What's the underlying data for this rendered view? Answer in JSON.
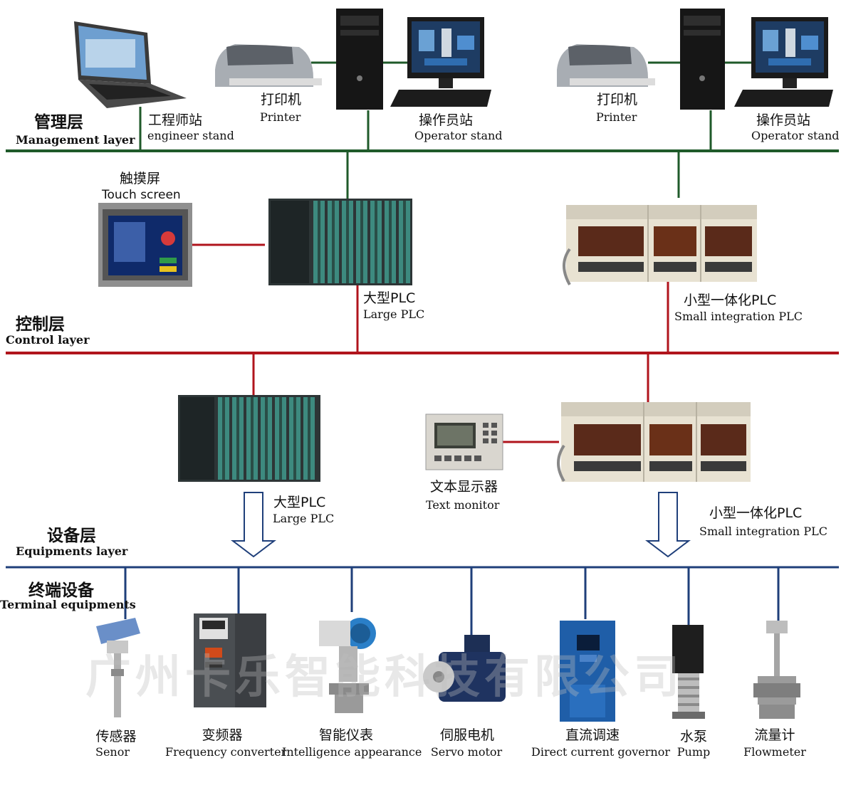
{
  "colors": {
    "management_bus": "#1f5a2a",
    "control_bus": "#b0141c",
    "equipment_bus": "#1f3f7a"
  },
  "layers": {
    "management": {
      "cn": "管理层",
      "en": "Management layer"
    },
    "control": {
      "cn": "控制层",
      "en": "Control layer"
    },
    "equipment": {
      "cn": "设备层",
      "en": "Equipments layer"
    },
    "terminal": {
      "cn": "终端设备",
      "en": "Terminal equipments"
    }
  },
  "management_devices": {
    "engineer": {
      "cn": "工程师站",
      "en": "engineer stand",
      "icon": "laptop-icon"
    },
    "printer1": {
      "cn": "打印机",
      "en": "Printer",
      "icon": "printer-icon"
    },
    "operator1": {
      "cn": "操作员站",
      "en": "Operator stand",
      "icon": "desktop-computer-icon"
    },
    "printer2": {
      "cn": "打印机",
      "en": "Printer",
      "icon": "printer-icon"
    },
    "operator2": {
      "cn": "操作员站",
      "en": "Operator stand",
      "icon": "desktop-computer-icon"
    }
  },
  "control_devices": {
    "touch": {
      "cn": "触摸屏",
      "en": "Touch screen",
      "icon": "touch-screen-icon"
    },
    "large_plc": {
      "cn": "大型PLC",
      "en": "Large PLC",
      "icon": "large-plc-icon"
    },
    "small_plc": {
      "cn": "小型一体化PLC",
      "en": "Small integration PLC",
      "icon": "small-plc-icon"
    }
  },
  "equipment_devices": {
    "large_plc": {
      "cn": "大型PLC",
      "en": "Large PLC",
      "icon": "large-plc-icon"
    },
    "text_monitor": {
      "cn": "文本显示器",
      "en": "Text monitor",
      "icon": "text-monitor-icon"
    },
    "small_plc": {
      "cn": "小型一体化PLC",
      "en": "Small integration PLC",
      "icon": "small-plc-icon"
    }
  },
  "terminals": [
    {
      "cn": "传感器",
      "en": "Senor",
      "icon": "sensor-icon"
    },
    {
      "cn": "变频器",
      "en": "Frequency converter",
      "icon": "frequency-converter-icon"
    },
    {
      "cn": "智能仪表",
      "en": "Intelligence appearance",
      "icon": "smart-meter-icon"
    },
    {
      "cn": "伺服电机",
      "en": "Servo motor",
      "icon": "servo-motor-icon"
    },
    {
      "cn": "直流调速",
      "en": "Direct current governor",
      "icon": "dc-governor-icon"
    },
    {
      "cn": "水泵",
      "en": "Pump",
      "icon": "pump-icon"
    },
    {
      "cn": "流量计",
      "en": "Flowmeter",
      "icon": "flowmeter-icon"
    }
  ],
  "watermark": "广州卡乐智能科技有限公司"
}
